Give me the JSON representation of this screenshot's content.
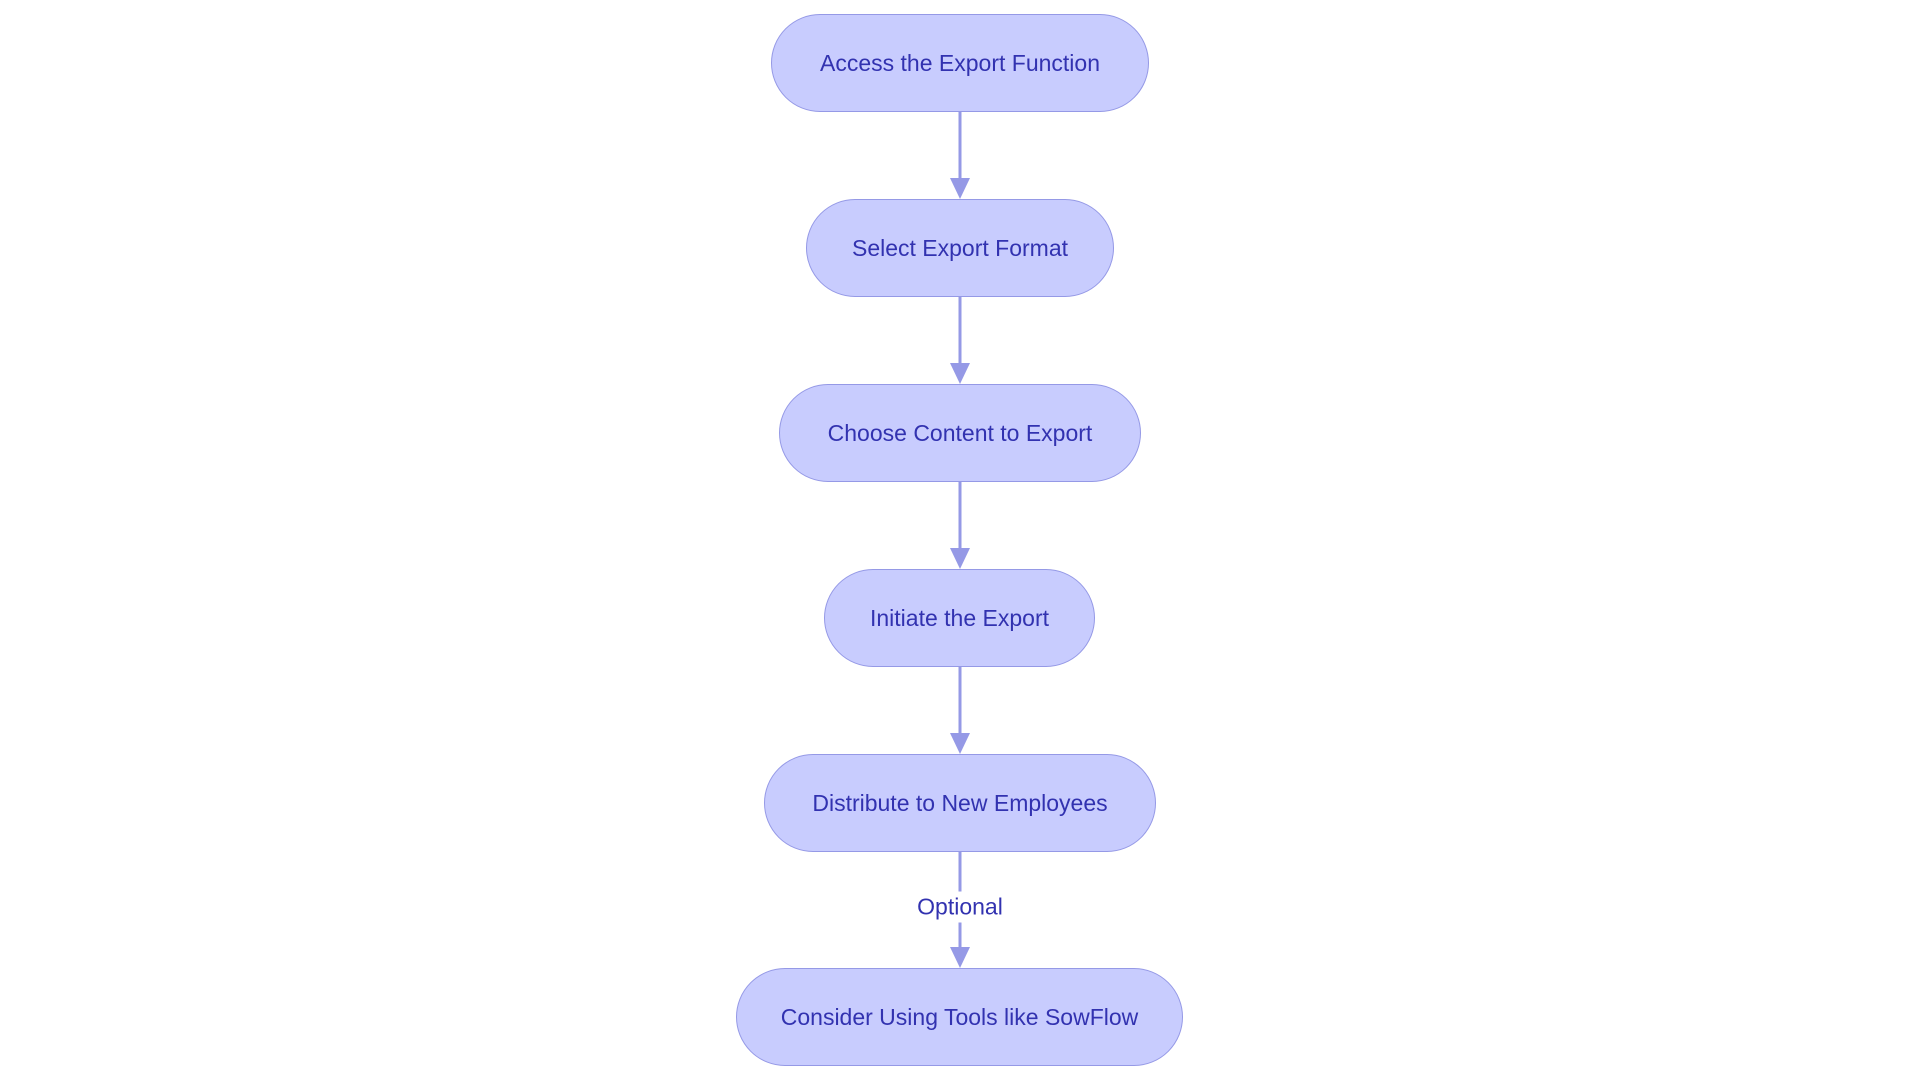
{
  "diagram": {
    "nodes": [
      {
        "id": "n1",
        "label": "Access the Export Function"
      },
      {
        "id": "n2",
        "label": "Select Export Format"
      },
      {
        "id": "n3",
        "label": "Choose Content to Export"
      },
      {
        "id": "n4",
        "label": "Initiate the Export"
      },
      {
        "id": "n5",
        "label": "Distribute to New Employees"
      },
      {
        "id": "n6",
        "label": "Consider Using Tools like SowFlow"
      }
    ],
    "edges": [
      {
        "from": "n1",
        "to": "n2",
        "label": ""
      },
      {
        "from": "n2",
        "to": "n3",
        "label": ""
      },
      {
        "from": "n3",
        "to": "n4",
        "label": ""
      },
      {
        "from": "n4",
        "to": "n5",
        "label": ""
      },
      {
        "from": "n5",
        "to": "n6",
        "label": "Optional"
      }
    ],
    "colors": {
      "node_fill": "#c8ccfe",
      "node_stroke": "#9599e6",
      "text": "#3232b0",
      "edge": "#9599e6"
    }
  }
}
